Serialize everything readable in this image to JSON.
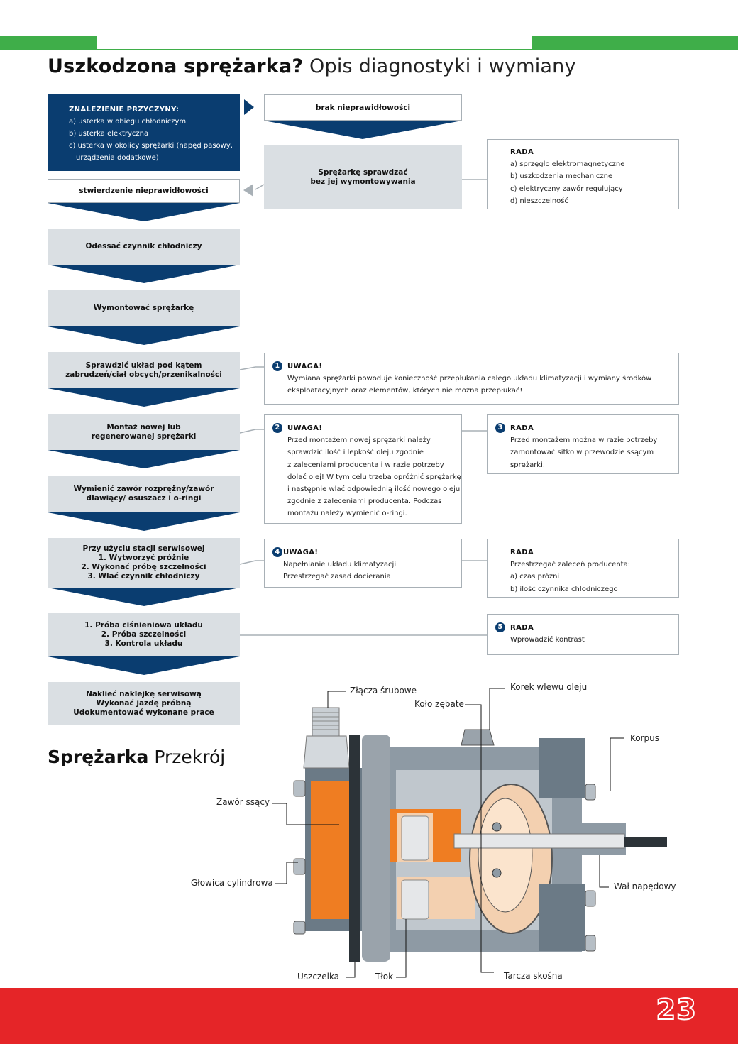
{
  "header": {
    "title_bold": "Uszkodzona sprężarka?",
    "title_light": " Opis diagnostyki i wymiany"
  },
  "flow": {
    "cause_box": {
      "heading": "ZNALEZIENIE PRZYCZYNY:",
      "items": [
        "a) usterka w obiegu chłodniczym",
        "b) usterka elektryczna",
        "c) usterka w okolicy sprężarki (napęd pasowy,",
        "urządzenia dodatkowe)"
      ]
    },
    "no_fault": "brak nieprawidłowości",
    "check_in_place": "Sprężarkę sprawdzać bez jej wymontowywania",
    "fault_found": "stwierdzenie nieprawidłowości",
    "steps": [
      "Odessać czynnik chłodniczy",
      "Wymontować sprężarkę",
      "Sprawdzić układ pod kątem zabrudzeń/ciał obcych/przenikalności",
      "Montaż nowej lub regenerowanej sprężarki",
      "Wymienić zawór rozprężny/zawór dławiący/ osuszacz i o-ringi",
      "Przy użyciu stacji serwisowej\n1. Wytworzyć próżnię\n2. Wykonać próbę szczelności\n3. Wlać czynnik chłodniczy",
      "1. Próba ciśnieniowa układu\n2. Próba szczelności\n3. Kontrola układu",
      "Naklieć naklejkę serwisową\nWykonać jazdę próbną\nUdokumentować wykonane prace"
    ]
  },
  "notes": {
    "rada_top": {
      "heading": "RADA",
      "lines": [
        "a) sprzęgło elektromagnetyczne",
        "b) uszkodzenia mechaniczne",
        "c) elektryczny zawór regulujący",
        "d) nieszczelność"
      ]
    },
    "uwaga1": {
      "number": "1",
      "heading": "UWAGA!",
      "lines": [
        "Wymiana sprężarki powoduje konieczność przepłukania całego układu klimatyzacji i wymiany środków",
        "eksploatacyjnych oraz elementów, których nie można przepłukać!"
      ]
    },
    "uwaga2": {
      "number": "2",
      "heading": "UWAGA!",
      "lines": [
        "Przed montażem nowej sprężarki należy",
        "sprawdzić ilość i lepkość oleju zgodnie",
        "z zaleceniami producenta i w razie potrzeby",
        "dolać olej! W tym celu trzeba opróżnić sprężarkę",
        "i następnie wlać odpowiednią ilość nowego oleju",
        "zgodnie z zaleceniami producenta. Podczas",
        "montażu należy wymienić o-ringi."
      ]
    },
    "rada3": {
      "number": "3",
      "heading": "RADA",
      "lines": [
        "Przed montażem można w razie potrzeby",
        "zamontować sitko w przewodzie ssącym",
        "sprężarki."
      ]
    },
    "uwaga4": {
      "number": "4",
      "heading": "UWAGA!",
      "lines": [
        "Napełnianie układu klimatyzacji",
        "Przestrzegać zasad docierania"
      ]
    },
    "rada_mid": {
      "heading": "RADA",
      "lines": [
        "Przestrzegać zaleceń producenta:",
        "a) czas próżni",
        "b) ilość czynnika chłodniczego"
      ]
    },
    "rada5": {
      "number": "5",
      "heading": "RADA",
      "lines": [
        "Wprowadzić kontrast"
      ]
    }
  },
  "section2": {
    "title_bold": "Sprężarka",
    "title_light": " Przekrój"
  },
  "diagram_labels": {
    "zlacza": "Złącza śrubowe",
    "kolo": "Koło zębate",
    "korek": "Korek wlewu oleju",
    "korpus": "Korpus",
    "zawor": "Zawór ssący",
    "glowica": "Głowica cylindrowa",
    "wal": "Wał napędowy",
    "uszczelka": "Uszczelka",
    "tlok": "Tłok",
    "tarcza": "Tarcza skośna"
  },
  "footer": {
    "page_number": "23"
  },
  "colors": {
    "green": "#3fae49",
    "navy": "#0a3d70",
    "grey_box": "#dadfe3",
    "red": "#e52528",
    "orange": "#ef7d22"
  }
}
